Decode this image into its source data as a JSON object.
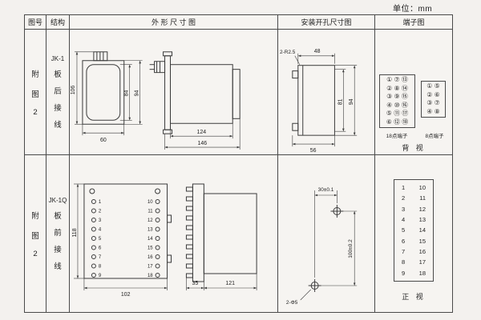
{
  "page": {
    "unit_label": "单位：mm"
  },
  "headers": {
    "fig_no": "图号",
    "structure": "结构",
    "outline": "外 形 尺 寸 图",
    "mounting": "安装开孔尺寸图",
    "terminal": "端子图"
  },
  "row1": {
    "fig_chars": [
      "附",
      "图",
      "2"
    ],
    "model": "JK-1",
    "wiring_chars": [
      "板",
      "后",
      "接",
      "线"
    ],
    "outline": {
      "dim_total_h": "106",
      "dim_inner_h": "84",
      "dim_case_h": "94",
      "dim_width": "60",
      "dim_body_d": "124",
      "dim_total_d": "146"
    },
    "mounting": {
      "corner_label": "2-R2.5",
      "dim_top": "48",
      "dim_inner_h": "81",
      "dim_outer_h": "94",
      "dim_bottom": "56"
    },
    "terminal18": {
      "label": "18点端子",
      "rows": [
        "① ⑦ ⑬",
        "② ⑧ ⑭",
        "③ ⑨ ⑮",
        "④ ⑩ ⑯",
        "⑤ ⑪ ⑰",
        "⑥ ⑫ ⑱"
      ]
    },
    "terminal8": {
      "label": "8点端子",
      "rows": [
        "① ⑤",
        "② ⑥",
        "③ ⑦",
        "④ ⑧"
      ]
    },
    "view_label": "背 视"
  },
  "row2": {
    "fig_chars": [
      "附",
      "图",
      "2"
    ],
    "model": "JK-1Q",
    "wiring_chars": [
      "板",
      "前",
      "接",
      "线"
    ],
    "outline": {
      "dim_h": "118",
      "dim_w": "102",
      "dim_strip": "35",
      "dim_body": "121",
      "pins_left": [
        "1",
        "2",
        "3",
        "4",
        "5",
        "6",
        "7",
        "8",
        "9"
      ],
      "pins_right": [
        "10",
        "11",
        "12",
        "13",
        "14",
        "15",
        "16",
        "17",
        "18"
      ]
    },
    "mounting": {
      "dim_top": "30±0.1",
      "dim_right": "100±0.2",
      "hole_label": "2-Φ5"
    },
    "terminal": {
      "pairs": [
        [
          "1",
          "10"
        ],
        [
          "2",
          "11"
        ],
        [
          "3",
          "12"
        ],
        [
          "4",
          "13"
        ],
        [
          "5",
          "14"
        ],
        [
          "6",
          "15"
        ],
        [
          "7",
          "16"
        ],
        [
          "8",
          "17"
        ],
        [
          "9",
          "18"
        ]
      ]
    },
    "view_label": "正 视"
  }
}
